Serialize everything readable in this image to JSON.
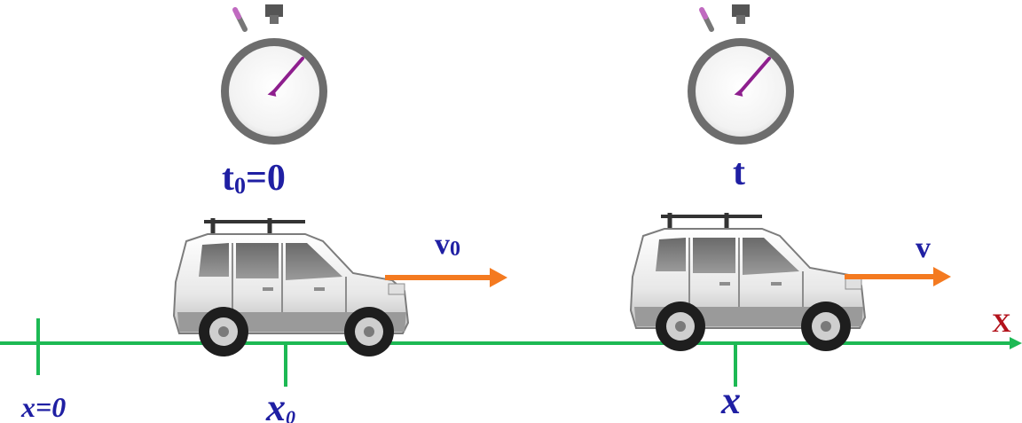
{
  "clocks": [
    {
      "label_main": "t",
      "label_sub": "0",
      "label_rest": "=0"
    },
    {
      "label_main": "t",
      "label_sub": "",
      "label_rest": ""
    }
  ],
  "velocities": [
    {
      "label_main": "v",
      "label_sub": "0"
    },
    {
      "label_main": "v",
      "label_sub": ""
    }
  ],
  "axis": {
    "name": "X",
    "tick_labels": [
      {
        "main": "x=0",
        "sub": ""
      },
      {
        "main": "x",
        "sub": "0"
      },
      {
        "main": "x",
        "sub": ""
      }
    ]
  },
  "colors": {
    "axis": "#1db954",
    "arrow": "#f47a20",
    "text": "#1f1fa3",
    "axis_name": "#b3121b",
    "hand": "#8e1f8e",
    "clock_ring": "#6d6d6d"
  }
}
